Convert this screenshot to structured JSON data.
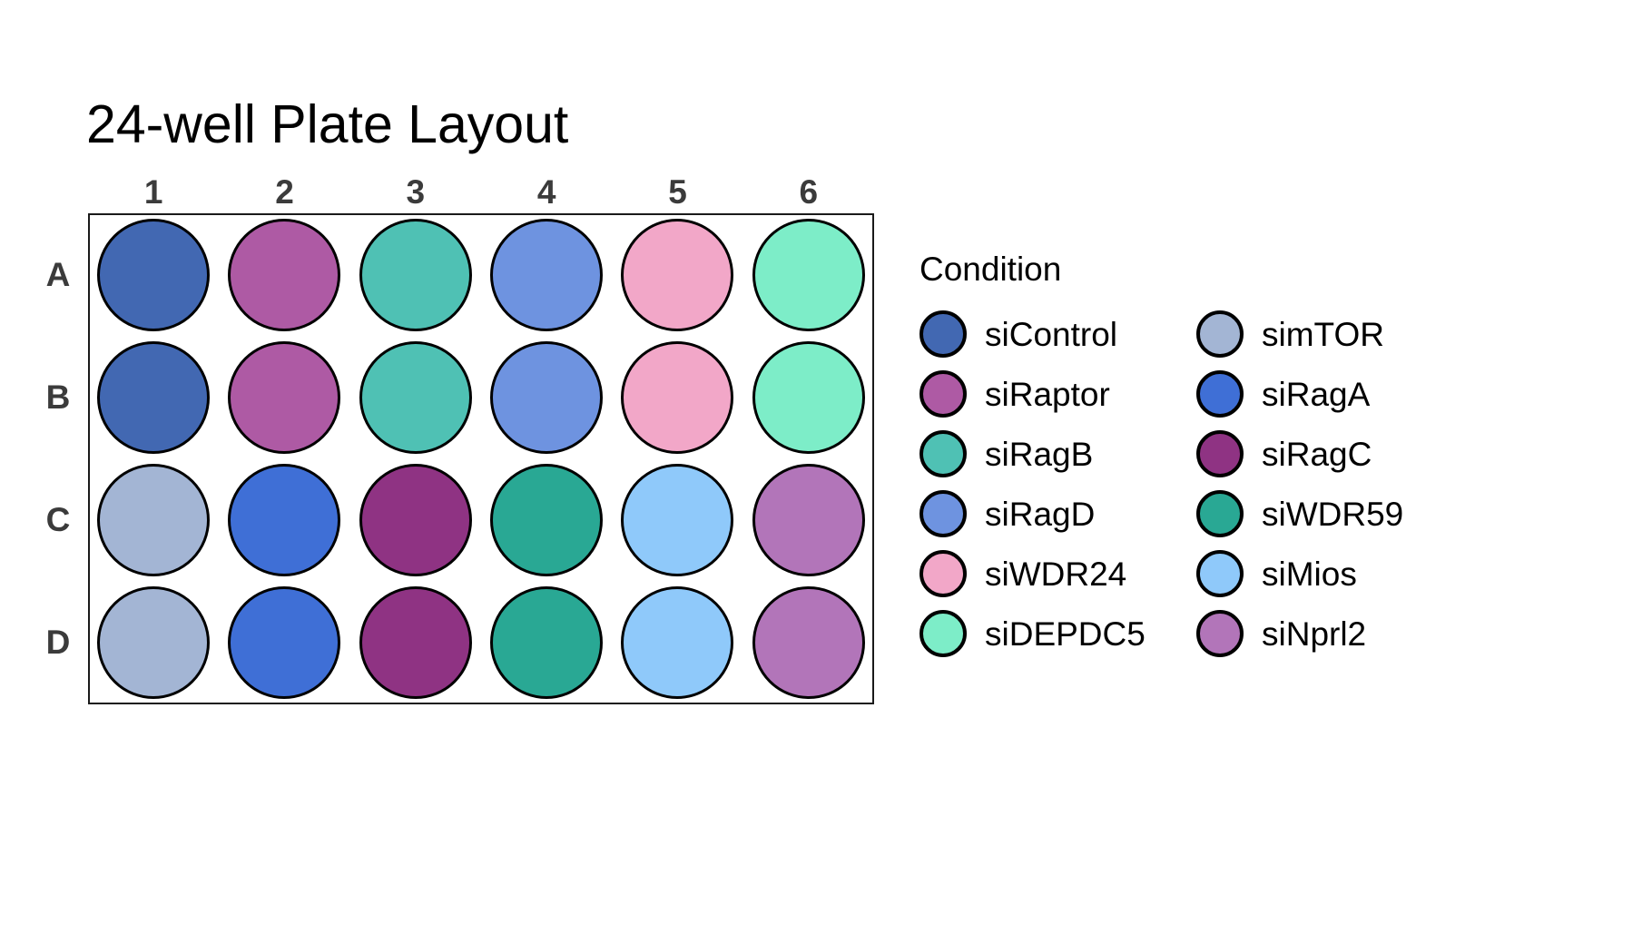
{
  "title": "24-well Plate Layout",
  "plate": {
    "column_headers": [
      "1",
      "2",
      "3",
      "4",
      "5",
      "6"
    ],
    "row_headers": [
      "A",
      "B",
      "C",
      "D"
    ],
    "wells": [
      [
        {
          "well": "A1",
          "condition": "siControl",
          "color": "#4268B2"
        },
        {
          "well": "A2",
          "condition": "siRaptor",
          "color": "#AE5AA4"
        },
        {
          "well": "A3",
          "condition": "siRagB",
          "color": "#4FC1B4"
        },
        {
          "well": "A4",
          "condition": "siRagD",
          "color": "#6E93E0"
        },
        {
          "well": "A5",
          "condition": "siWDR24",
          "color": "#F2A7C8"
        },
        {
          "well": "A6",
          "condition": "siDEPDC5",
          "color": "#7DEDC8"
        }
      ],
      [
        {
          "well": "B1",
          "condition": "siControl",
          "color": "#4268B2"
        },
        {
          "well": "B2",
          "condition": "siRaptor",
          "color": "#AE5AA4"
        },
        {
          "well": "B3",
          "condition": "siRagB",
          "color": "#4FC1B4"
        },
        {
          "well": "B4",
          "condition": "siRagD",
          "color": "#6E93E0"
        },
        {
          "well": "B5",
          "condition": "siWDR24",
          "color": "#F2A7C8"
        },
        {
          "well": "B6",
          "condition": "siDEPDC5",
          "color": "#7DEDC8"
        }
      ],
      [
        {
          "well": "C1",
          "condition": "simTOR",
          "color": "#A3B5D4"
        },
        {
          "well": "C2",
          "condition": "siRagA",
          "color": "#3F6FD6"
        },
        {
          "well": "C3",
          "condition": "siRagC",
          "color": "#8F3383"
        },
        {
          "well": "C4",
          "condition": "siWDR59",
          "color": "#29A894"
        },
        {
          "well": "C5",
          "condition": "siMios",
          "color": "#8FC9FA"
        },
        {
          "well": "C6",
          "condition": "siNprl2",
          "color": "#B275B9"
        }
      ],
      [
        {
          "well": "D1",
          "condition": "simTOR",
          "color": "#A3B5D4"
        },
        {
          "well": "D2",
          "condition": "siRagA",
          "color": "#3F6FD6"
        },
        {
          "well": "D3",
          "condition": "siRagC",
          "color": "#8F3383"
        },
        {
          "well": "D4",
          "condition": "siWDR59",
          "color": "#29A894"
        },
        {
          "well": "D5",
          "condition": "siMios",
          "color": "#8FC9FA"
        },
        {
          "well": "D6",
          "condition": "siNprl2",
          "color": "#B275B9"
        }
      ]
    ]
  },
  "legend": {
    "title": "Condition",
    "columns": [
      {
        "items": [
          {
            "label": "siControl",
            "color": "#4268B2"
          },
          {
            "label": "siRaptor",
            "color": "#AE5AA4"
          },
          {
            "label": "siRagB",
            "color": "#4FC1B4"
          },
          {
            "label": "siRagD",
            "color": "#6E93E0"
          },
          {
            "label": "siWDR24",
            "color": "#F2A7C8"
          },
          {
            "label": "siDEPDC5",
            "color": "#7DEDC8"
          }
        ]
      },
      {
        "items": [
          {
            "label": "simTOR",
            "color": "#A3B5D4"
          },
          {
            "label": "siRagA",
            "color": "#3F6FD6"
          },
          {
            "label": "siRagC",
            "color": "#8F3383"
          },
          {
            "label": "siWDR59",
            "color": "#29A894"
          },
          {
            "label": "siMios",
            "color": "#8FC9FA"
          },
          {
            "label": "siNprl2",
            "color": "#B275B9"
          }
        ]
      }
    ]
  },
  "chart_data": {
    "type": "table",
    "title": "24-well Plate Layout",
    "xlabel": "",
    "ylabel": "",
    "categories": [
      "1",
      "2",
      "3",
      "4",
      "5",
      "6"
    ],
    "rows": [
      "A",
      "B",
      "C",
      "D"
    ],
    "legend_position": "right",
    "grid": false,
    "cells": [
      [
        "siControl",
        "siRaptor",
        "siRagB",
        "siRagD",
        "siWDR24",
        "siDEPDC5"
      ],
      [
        "siControl",
        "siRaptor",
        "siRagB",
        "siRagD",
        "siWDR24",
        "siDEPDC5"
      ],
      [
        "simTOR",
        "siRagA",
        "siRagC",
        "siWDR59",
        "siMios",
        "siNprl2"
      ],
      [
        "simTOR",
        "siRagA",
        "siRagC",
        "siWDR59",
        "siMios",
        "siNprl2"
      ]
    ],
    "color_map": {
      "siControl": "#4268B2",
      "siRaptor": "#AE5AA4",
      "siRagB": "#4FC1B4",
      "siRagD": "#6E93E0",
      "siWDR24": "#F2A7C8",
      "siDEPDC5": "#7DEDC8",
      "simTOR": "#A3B5D4",
      "siRagA": "#3F6FD6",
      "siRagC": "#8F3383",
      "siWDR59": "#29A894",
      "siMios": "#8FC9FA",
      "siNprl2": "#B275B9"
    }
  }
}
